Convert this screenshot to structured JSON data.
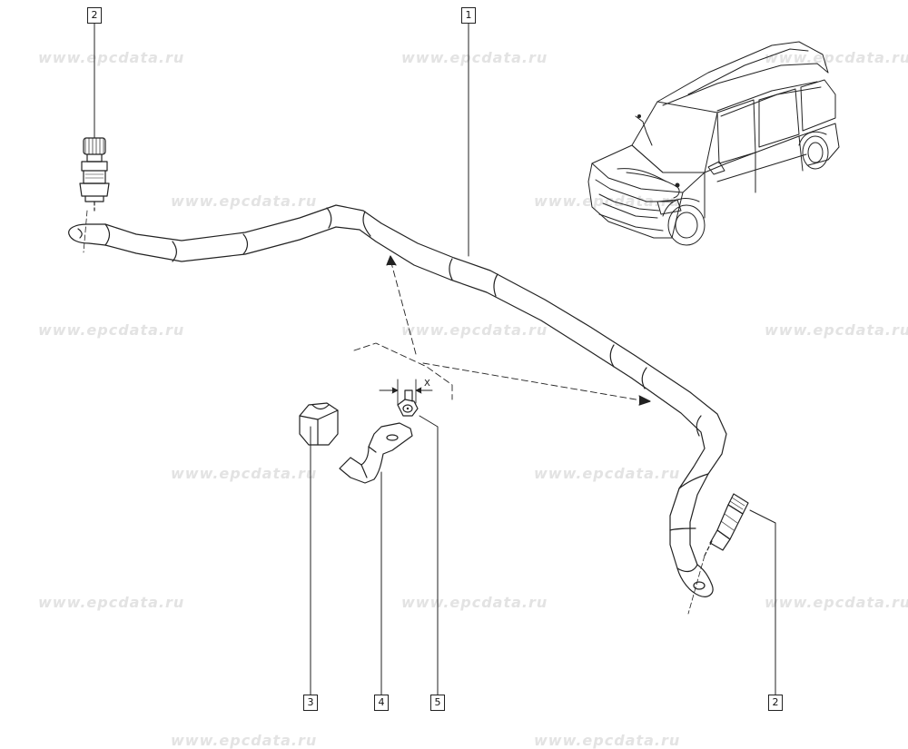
{
  "watermark": "www.epcdata.ru",
  "callouts": {
    "c1": "1",
    "c2_top": "2",
    "c2_bottom": "2",
    "c3": "3",
    "c4": "4",
    "c5": "5"
  },
  "dimension_label": "X",
  "colors": {
    "line": "#222222",
    "watermark": "#e3e3e3",
    "background": "#ffffff"
  }
}
